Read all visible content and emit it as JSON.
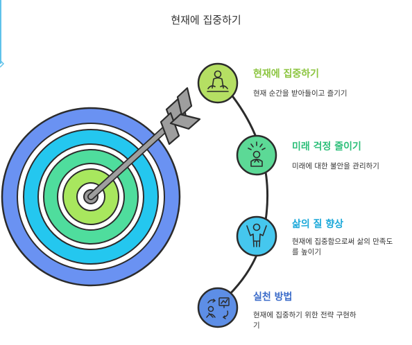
{
  "title": "현재에 집중하기",
  "items": [
    {
      "title": "현재에 집중하기",
      "description": "현재 순간을 받아들이고 즐기기",
      "icon": "meditation-icon",
      "color": "#8cc540",
      "fill": "#b5df63"
    },
    {
      "title": "미래 걱정 줄이기",
      "description": "미래에 대한 불안을 관리하기",
      "icon": "worried-person-icon",
      "color": "#2ebf7a",
      "fill": "#5cd996"
    },
    {
      "title": "삶의 질 향상",
      "description": "현재에 집중함으로써 삶의 만족도\n를 높이기",
      "icon": "cheering-person-icon",
      "color": "#1aa8d9",
      "fill": "#45c7ee"
    },
    {
      "title": "실천 방법",
      "description": "현재에 집중하기 위한 전략 구현하\n기",
      "icon": "strategy-presentation-icon",
      "color": "#3a6bc9",
      "fill": "#5d8ee6"
    }
  ],
  "colors": {
    "target_ring_1": "#6a92f2",
    "target_ring_2": "#24c7ef",
    "target_ring_3": "#4fdd9d",
    "target_ring_4": "#a8e75e",
    "target_center": "#9a9a9a",
    "arrow": "#9e9e9e",
    "outline": "#2b2b2b",
    "connector": "#2b2b2b"
  }
}
